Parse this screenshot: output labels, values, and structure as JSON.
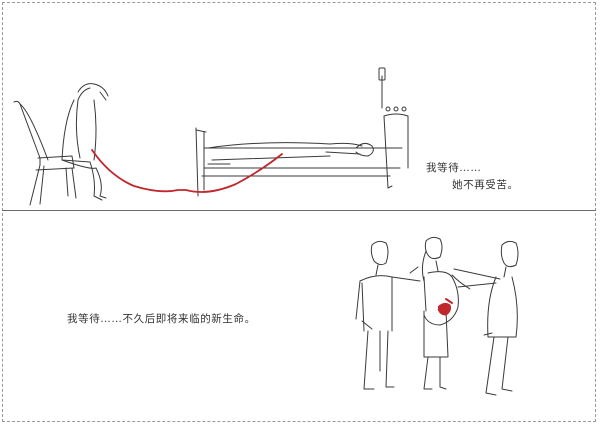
{
  "colors": {
    "ink": "#3a3a3a",
    "cord": "#c0282d",
    "paper": "#ffffff",
    "frame": "#9a9a9a"
  },
  "panels": {
    "top": {
      "caption_line1": "我等待……",
      "caption_line2": "她不再受苦。"
    },
    "bottom": {
      "caption": "我等待……不久后即将来临的新生命。"
    }
  }
}
